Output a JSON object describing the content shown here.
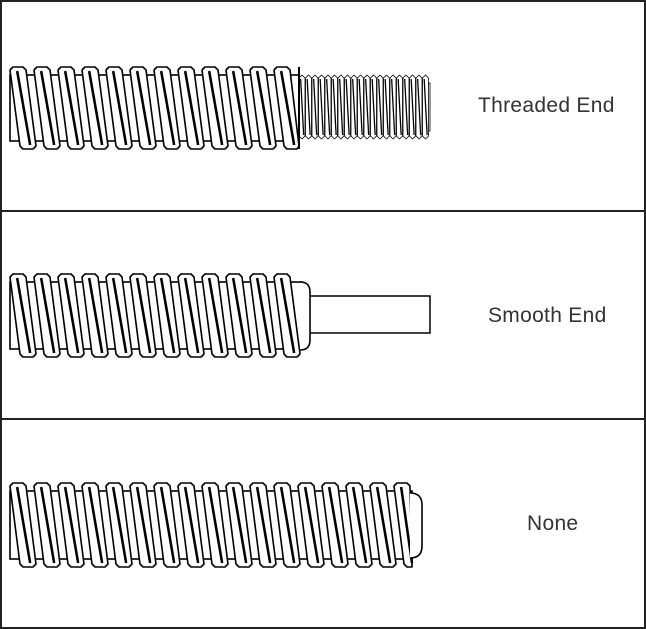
{
  "options": [
    {
      "label": "Threaded End",
      "end_type": "threaded"
    },
    {
      "label": "Smooth End",
      "end_type": "smooth"
    },
    {
      "label": "None",
      "end_type": "none"
    }
  ]
}
